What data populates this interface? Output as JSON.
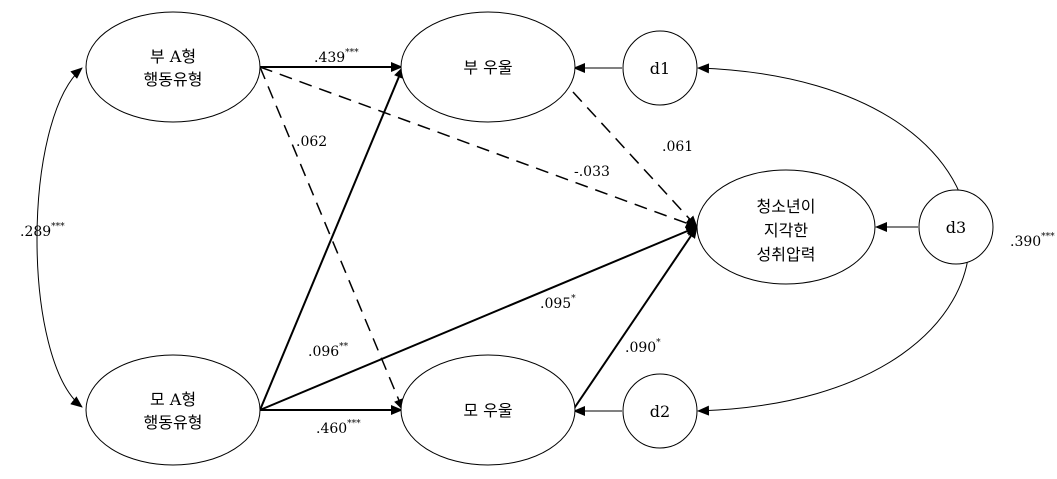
{
  "nodes": {
    "father_type_a": {
      "line1": "부 A형",
      "line2": "행동유형"
    },
    "mother_type_a": {
      "line1": "모 A형",
      "line2": "행동유형"
    },
    "father_depression": {
      "label": "부 우울"
    },
    "mother_depression": {
      "label": "모 우울"
    },
    "achievement_pressure": {
      "line1": "청소년이",
      "line2": "지각한",
      "line3": "성취압력"
    },
    "d1": {
      "label": "d1"
    },
    "d2": {
      "label": "d2"
    },
    "d3": {
      "label": "d3"
    }
  },
  "paths": {
    "fa_fd": {
      "value": ".439",
      "sig": "***",
      "style": "solid"
    },
    "fa_md": {
      "value": ".062",
      "sig": "",
      "style": "dashed"
    },
    "fa_ap": {
      "value": "-.033",
      "sig": "",
      "style": "dashed"
    },
    "fd_ap": {
      "value": ".061",
      "sig": "",
      "style": "dashed"
    },
    "ma_fd": {
      "value": ".096",
      "sig": "**",
      "style": "solid"
    },
    "ma_md": {
      "value": ".460",
      "sig": "***",
      "style": "solid"
    },
    "ma_ap": {
      "value": ".095",
      "sig": "*",
      "style": "solid"
    },
    "md_ap": {
      "value": ".090",
      "sig": "*",
      "style": "solid"
    }
  },
  "covariances": {
    "fa_ma": {
      "value": ".289",
      "sig": "***"
    },
    "d1_d2": {
      "value": ".390",
      "sig": "***"
    }
  }
}
